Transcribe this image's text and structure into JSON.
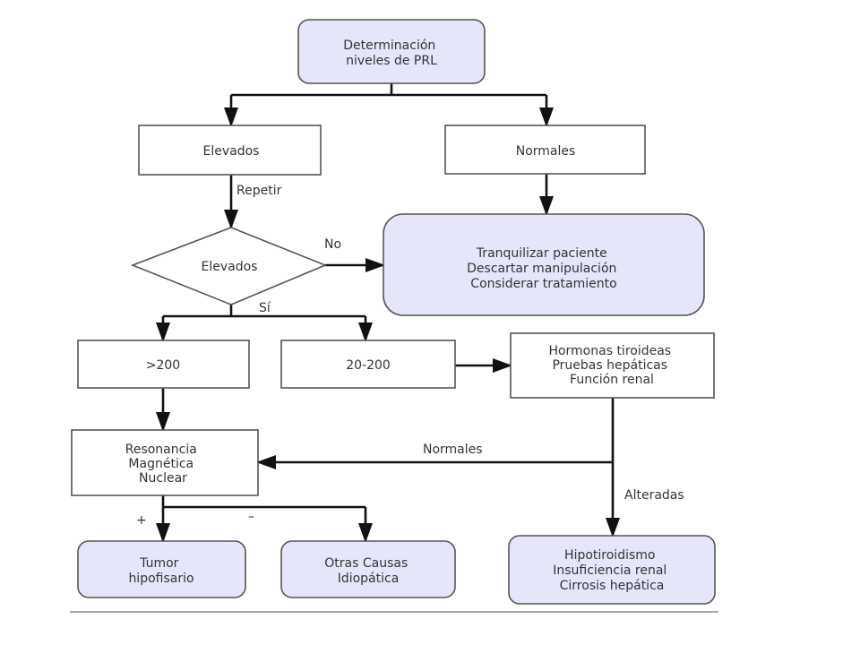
{
  "colors": {
    "terminal_fill": "#e6e6fa",
    "process_fill": "#ffffff",
    "border": "#555555",
    "arrow": "#111111",
    "text": "#333333"
  },
  "nodes": {
    "start": [
      "Determinación",
      "niveles de PRL"
    ],
    "elevados_1": [
      "Elevados"
    ],
    "normales": [
      "Normales"
    ],
    "decision": [
      "Elevados"
    ],
    "tranquilizar": [
      "Tranquilizar paciente",
      "Descartar manipulación",
      "Considerar tratamiento"
    ],
    "gt200": [
      ">200"
    ],
    "range": [
      "20-200"
    ],
    "hormonas": [
      "Hormonas tiroideas",
      "Pruebas hepáticas",
      "Función renal"
    ],
    "rmn": [
      "Resonancia",
      "Magnética",
      "Nuclear"
    ],
    "tumor": [
      "Tumor",
      "hipofisario"
    ],
    "otras": [
      "Otras Causas",
      "Idiopática"
    ],
    "hipo": [
      "Hipotiroidismo",
      "Insuficiencia renal",
      "Cirrosis hepática"
    ]
  },
  "edge_labels": {
    "repetir": "Repetir",
    "no": "No",
    "si": "Sí",
    "normales": "Normales",
    "alteradas": "Alteradas",
    "plus": "+",
    "minus": "–"
  }
}
